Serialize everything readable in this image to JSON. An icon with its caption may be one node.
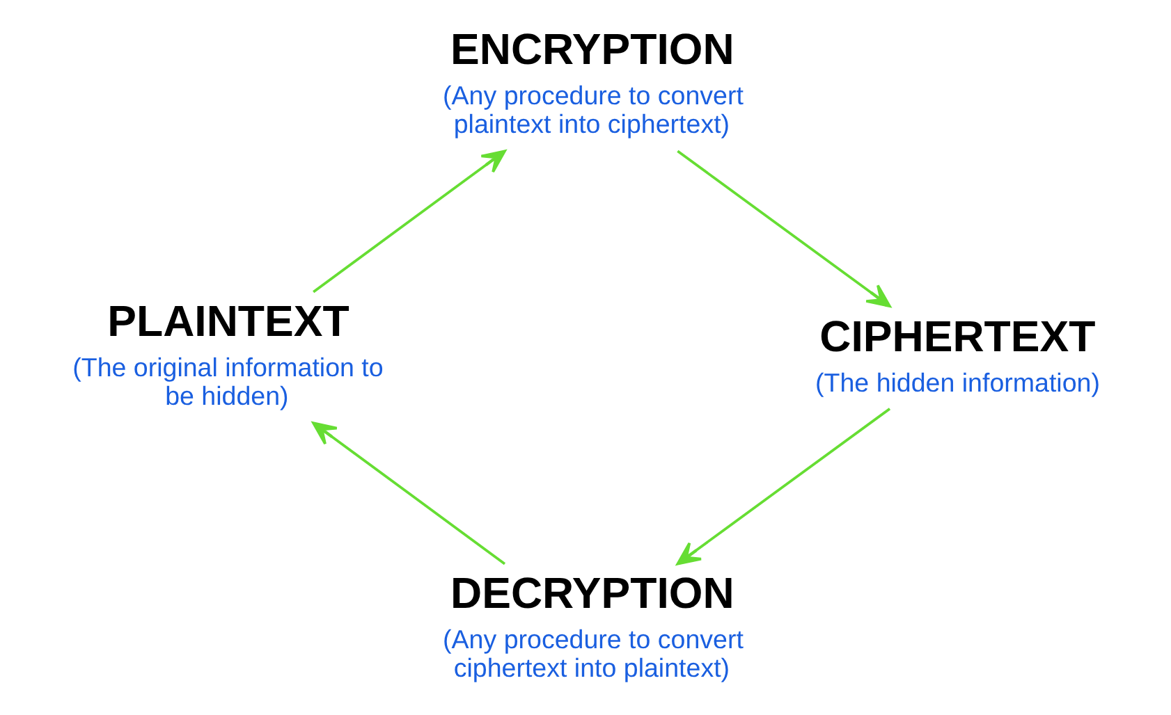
{
  "diagram": {
    "nodes": [
      {
        "text": [
          "ENCRYPTION",
          "(Any procedure to convert plaintext into ciphertext)"
        ]
      },
      {
        "text": [
          "PLAINTEXT",
          "(The original information to be hidden)"
        ]
      },
      {
        "text": [
          "CIPHERTEXT",
          "(The hidden information)"
        ]
      },
      {
        "text": [
          "DECRYPTION",
          "(Any procedure to convert ciphertext into plaintext)"
        ]
      }
    ],
    "edges": [
      {
        "from": 1,
        "to": 0,
        "arrow": "to"
      },
      {
        "from": 0,
        "to": 2,
        "arrow": "to"
      },
      {
        "from": 2,
        "to": 3,
        "arrow": "to"
      },
      {
        "from": 3,
        "to": 1,
        "arrow": "to"
      }
    ]
  }
}
